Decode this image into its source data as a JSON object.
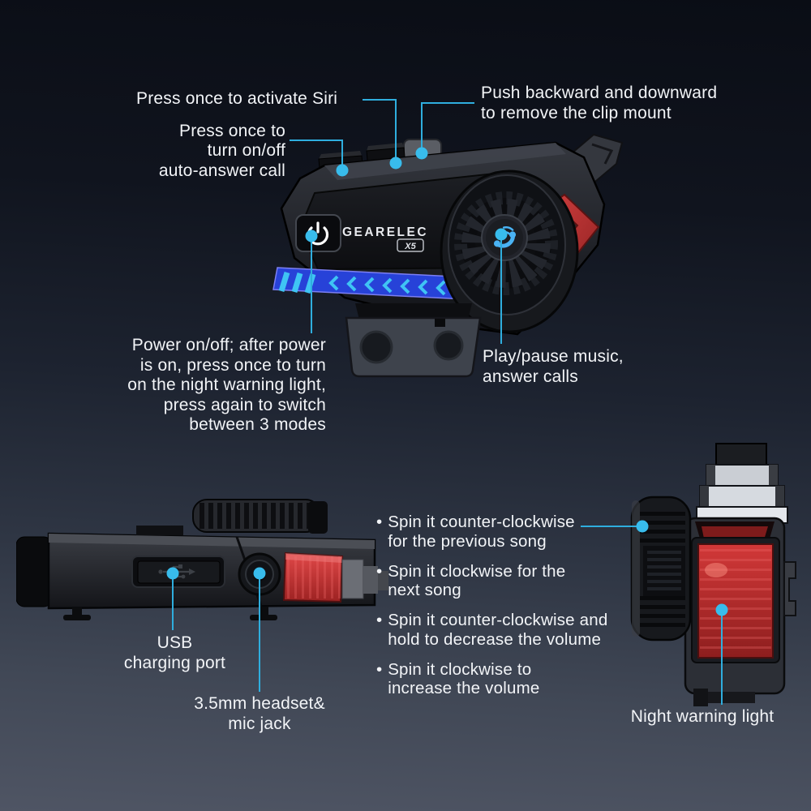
{
  "brand": {
    "logo": "GEARELEC",
    "model_badge": "X5"
  },
  "palette": {
    "leader_line": "#2FAEDE",
    "callout_dot": "#38BCEC",
    "text": "#F2F4F7",
    "led_strip_blue": "#2742D8",
    "led_chevron_cyan": "#3FC4F4",
    "warning_red": "#C23430",
    "background_top": "#0A0D15",
    "background_bottom": "#4F5564"
  },
  "callouts": {
    "siri": "Press once to activate Siri",
    "clip_mount": "Push backward and downward\nto remove the clip mount",
    "auto_answer": "Press once to\nturn on/off\nauto-answer call",
    "power": "Power on/off; after power\nis on, press once to turn\non the night warning light,\npress again to switch\nbetween 3 modes",
    "play_pause": "Play/pause music,\nanswer calls",
    "usb": "USB\ncharging port",
    "jack": "3.5mm headset&\nmic jack",
    "night_light": "Night warning light"
  },
  "dial_instructions": {
    "bullet": "•",
    "items": [
      "Spin it counter-clockwise\nfor the previous song",
      "Spin it clockwise for the\nnext song",
      "Spin it counter-clockwise and\nhold to decrease the volume",
      "Spin it clockwise to\nincrease the volume"
    ]
  }
}
